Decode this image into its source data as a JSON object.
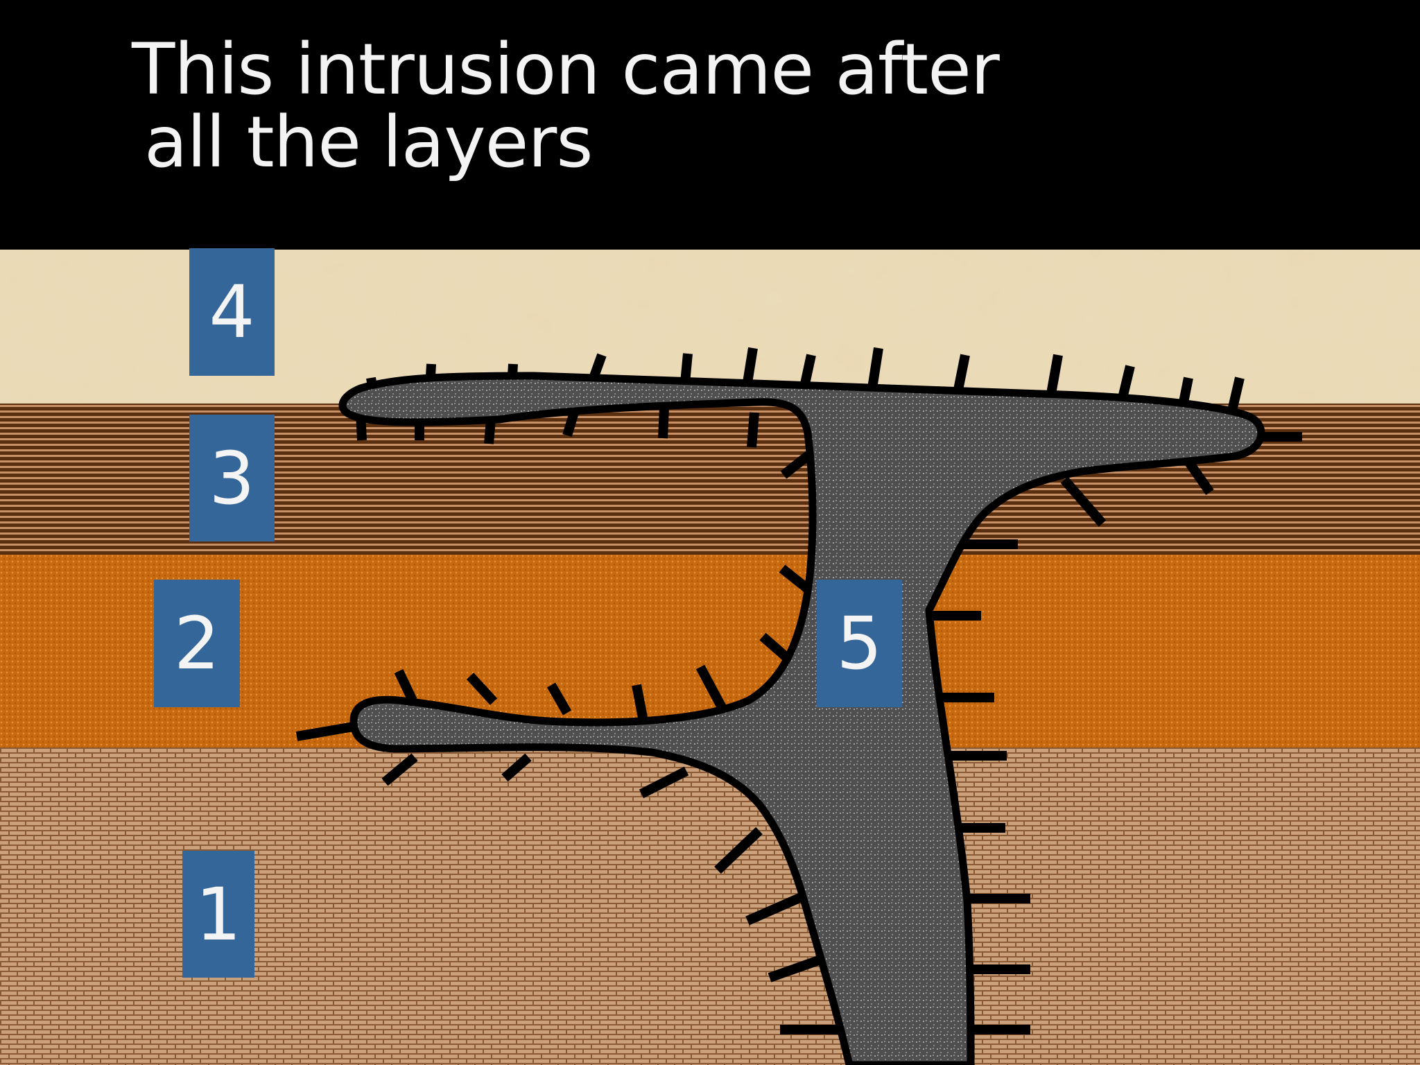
{
  "title": {
    "line1": "This intrusion came after",
    "line2": "all the layers"
  },
  "layers": [
    {
      "label": "1",
      "pattern": "brick",
      "color": "#b98759"
    },
    {
      "label": "2",
      "pattern": "dotted",
      "color": "#c8690d"
    },
    {
      "label": "3",
      "pattern": "striped",
      "color": "#6b3a15"
    },
    {
      "label": "4",
      "pattern": "sandstone",
      "color": "#ead9b3"
    }
  ],
  "intrusion": {
    "label": "5",
    "color": "#555555"
  },
  "colors": {
    "label_box": "#35669a",
    "background": "#000000",
    "title_text": "#f3f3f3"
  }
}
